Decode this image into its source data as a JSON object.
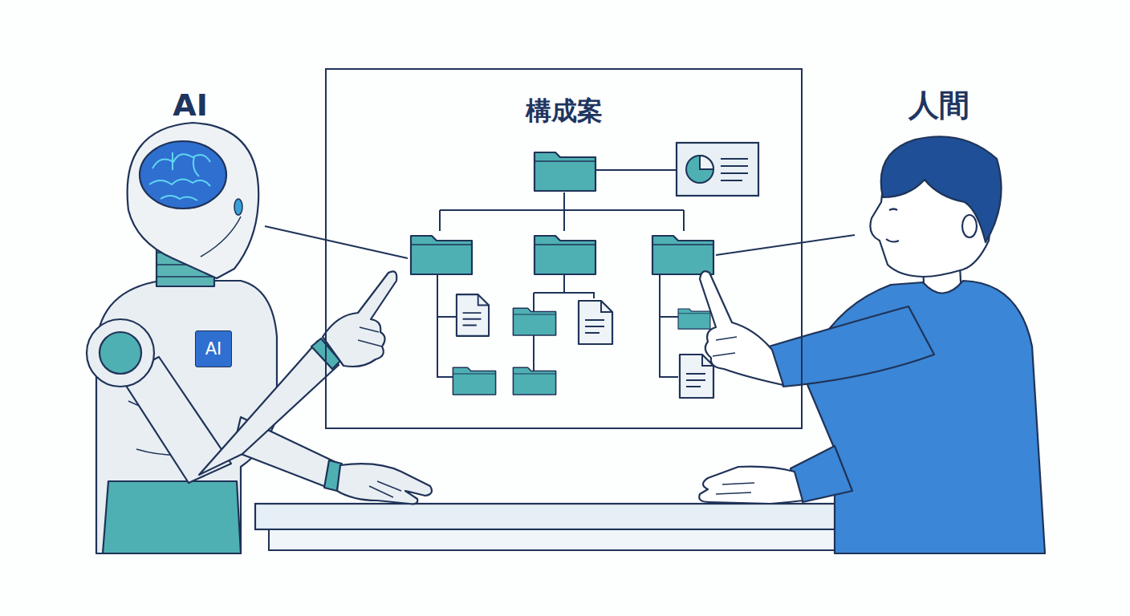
{
  "diagram": {
    "nodes": [
      {
        "text": [
          "構成案"
        ]
      },
      {
        "text": [
          "AI"
        ]
      }
    ],
    "edges": [],
    "labels": [
      "AI",
      "人間"
    ]
  }
}
